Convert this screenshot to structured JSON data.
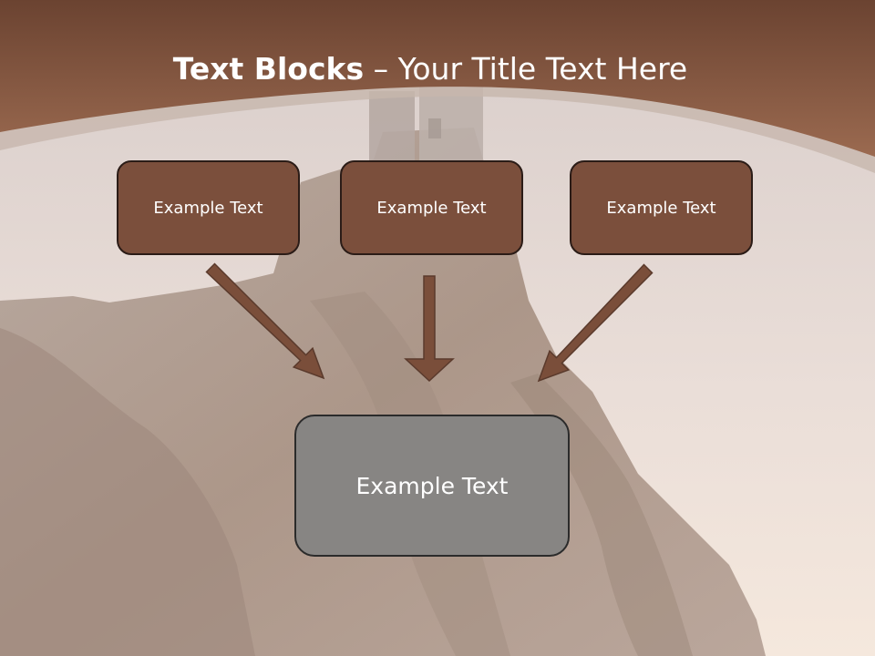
{
  "slide": {
    "title_bold": "Text Blocks",
    "title_separator": " – ",
    "title_rest": "Your Title Text Here"
  },
  "blocks": {
    "top_left": "Example Text",
    "top_center": "Example Text",
    "top_right": "Example Text",
    "bottom_center": "Example Text"
  },
  "colors": {
    "header_brown": "#8b5b43",
    "box_brown": "#7b4f3c",
    "arrow_brown": "#7a4e3a",
    "box_gray": "#878583"
  }
}
